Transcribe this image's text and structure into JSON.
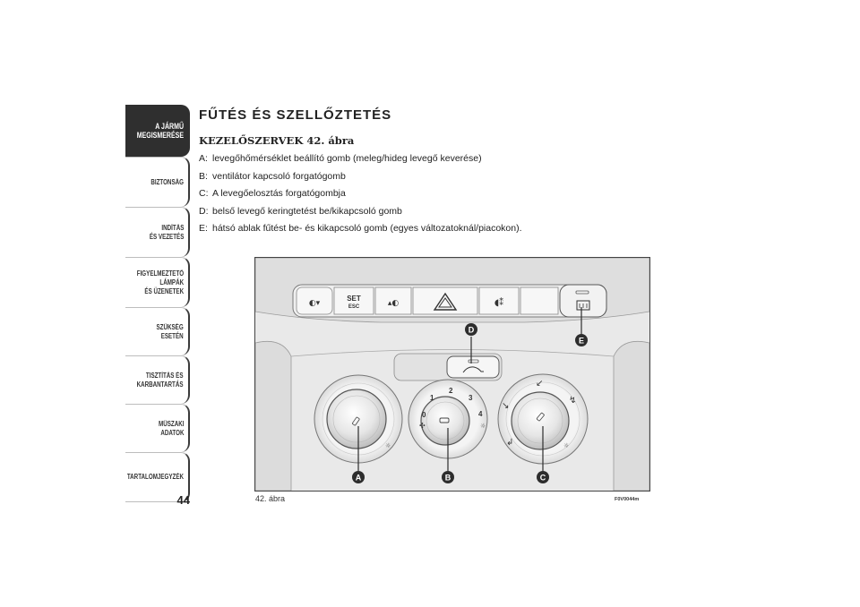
{
  "sidebar": {
    "tabs": [
      {
        "label": "A JÁRMŰ\nMEGISMERÉSE",
        "active": true
      },
      {
        "label": "BIZTONSÁG",
        "active": false
      },
      {
        "label": "INDÍTÁS\nÉS VEZETÉS",
        "active": false
      },
      {
        "label": "FIGYELMEZTETŐ\nLÁMPÁK\nÉS ÜZENETEK",
        "active": false
      },
      {
        "label": "SZÜKSÉG\nESETÉN",
        "active": false
      },
      {
        "label": "TISZTÍTÁS ÉS\nKARBANTARTÁS",
        "active": false
      },
      {
        "label": "MŰSZAKI\nADATOK",
        "active": false
      },
      {
        "label": "TARTALOMJEGYZÉK",
        "active": false
      }
    ],
    "page_number": "44"
  },
  "content": {
    "title": "FŰTÉS ÉS SZELLŐZTETÉS",
    "subtitle": "KEZELŐSZERVEK 42. ábra",
    "items": [
      {
        "key": "A:",
        "text": "levegőhőmérséklet beállító gomb (meleg/hideg levegő keverése)"
      },
      {
        "key": "B:",
        "text": "ventilátor kapcsoló forgatógomb"
      },
      {
        "key": "C:",
        "text": "A levegőelosztás forgatógombja"
      },
      {
        "key": "D:",
        "text": "belső levegő keringtetést be/kikapcsoló gomb"
      },
      {
        "key": "E:",
        "text": "hátsó ablak fűtést be- és kikapcsoló gomb (egyes változatoknál/piacokon)."
      }
    ]
  },
  "figure": {
    "caption": "42. ábra",
    "code": "F0V0044m",
    "button_set": "SET",
    "button_esc": "ESC",
    "fan_numbers": [
      "0",
      "1",
      "2",
      "3",
      "4"
    ],
    "callouts": [
      "A",
      "B",
      "C",
      "D",
      "E"
    ],
    "callout_color": "#2d2d2d"
  }
}
